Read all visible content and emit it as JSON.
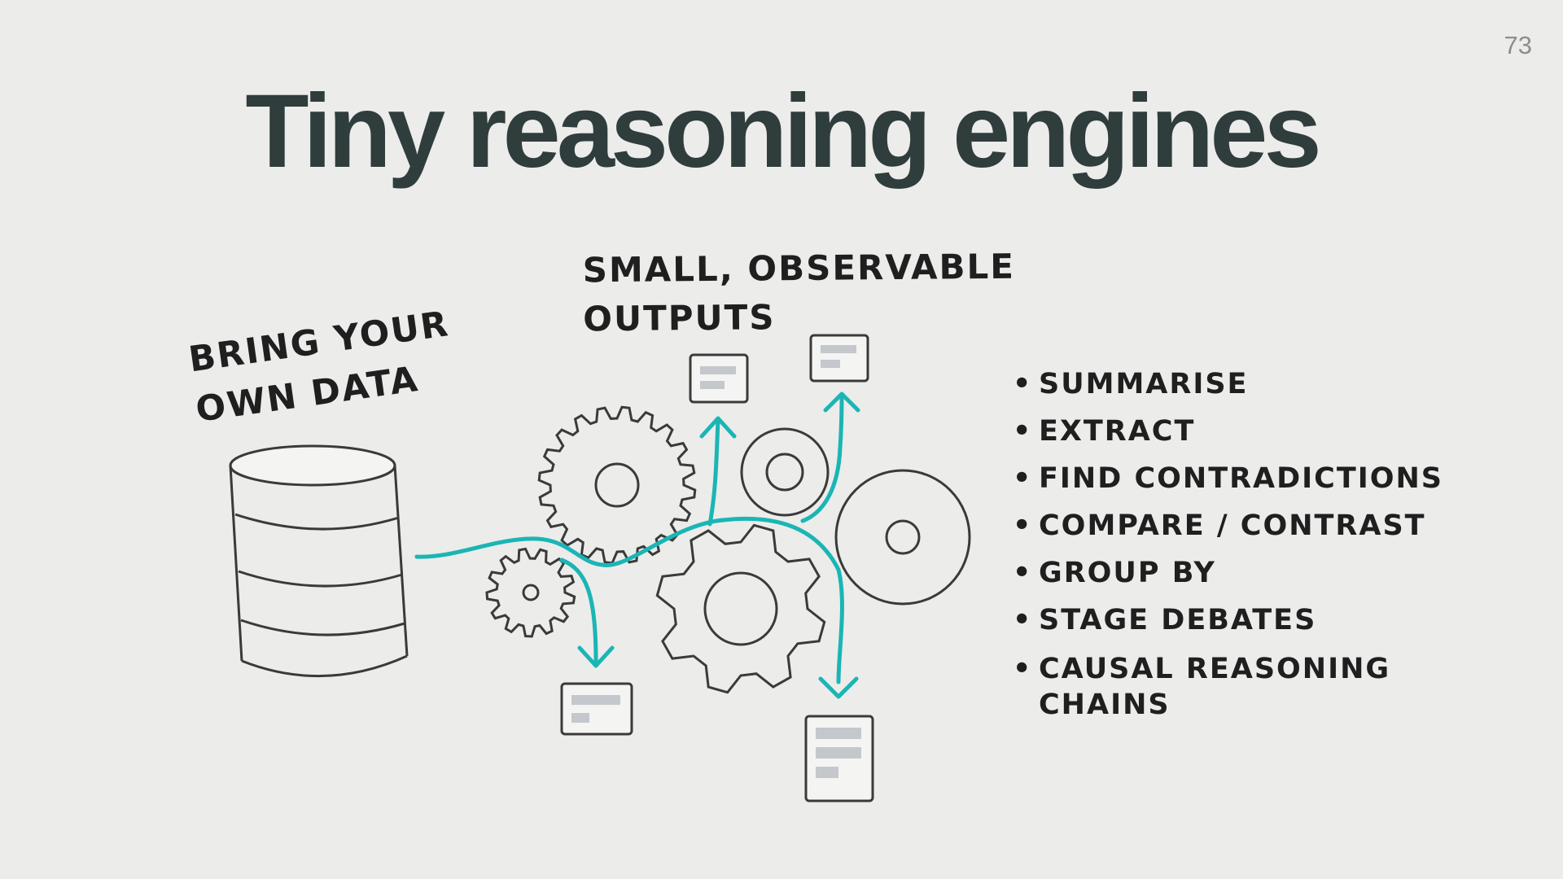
{
  "slide": {
    "number": "73",
    "title": "Tiny reasoning engines"
  },
  "labels": {
    "data_line1": "BRING YOUR",
    "data_line2": "OWN DATA",
    "outputs_line1": "SMALL, OBSERVABLE",
    "outputs_line2": "OUTPUTS"
  },
  "capabilities": [
    "SUMMARISE",
    "EXTRACT",
    "FIND CONTRADICTIONS",
    "COMPARE / CONTRAST",
    "GROUP BY",
    "STAGE DEBATES",
    "CAUSAL REASONING CHAINS"
  ],
  "colors": {
    "background": "#ececeb",
    "title": "#2f3d3c",
    "flow_accent": "#1bb5b5",
    "ink": "#3a3a3a",
    "doc_bar": "#c4c8cc"
  },
  "icons": [
    "database-icon",
    "gear-icon",
    "document-icon",
    "arrow-icon"
  ]
}
